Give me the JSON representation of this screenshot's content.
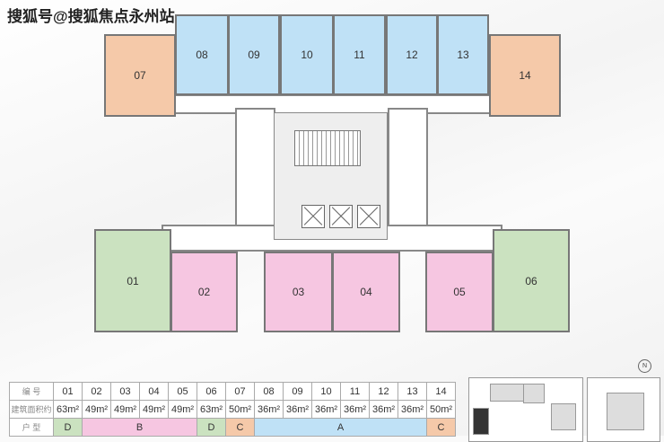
{
  "watermark": "搜狐号@搜狐焦点永州站",
  "units": [
    {
      "id": "07",
      "type": "C"
    },
    {
      "id": "08",
      "type": "A"
    },
    {
      "id": "09",
      "type": "A"
    },
    {
      "id": "10",
      "type": "A"
    },
    {
      "id": "11",
      "type": "A"
    },
    {
      "id": "12",
      "type": "A"
    },
    {
      "id": "13",
      "type": "A"
    },
    {
      "id": "14",
      "type": "C"
    },
    {
      "id": "01",
      "type": "D"
    },
    {
      "id": "02",
      "type": "B"
    },
    {
      "id": "03",
      "type": "B"
    },
    {
      "id": "04",
      "type": "B"
    },
    {
      "id": "05",
      "type": "B"
    },
    {
      "id": "06",
      "type": "D"
    }
  ],
  "colors": {
    "A": "#bfe1f6",
    "B": "#f6c6e1",
    "C": "#f5c9a9",
    "D": "#cbe2c0"
  },
  "table": {
    "row_labels": [
      "编 号",
      "建筑面积约",
      "户 型"
    ],
    "numbers": [
      "01",
      "02",
      "03",
      "04",
      "05",
      "06",
      "07",
      "08",
      "09",
      "10",
      "11",
      "12",
      "13",
      "14"
    ],
    "areas": [
      "63m²",
      "49m²",
      "49m²",
      "49m²",
      "49m²",
      "63m²",
      "50m²",
      "36m²",
      "36m²",
      "36m²",
      "36m²",
      "36m²",
      "36m²",
      "50m²"
    ],
    "types": [
      {
        "label": "D",
        "span": 1
      },
      {
        "label": "B",
        "span": 4
      },
      {
        "label": "D",
        "span": 1
      },
      {
        "label": "C",
        "span": 1
      },
      {
        "label": "A",
        "span": 6
      },
      {
        "label": "C",
        "span": 1
      }
    ]
  },
  "compass": "N"
}
